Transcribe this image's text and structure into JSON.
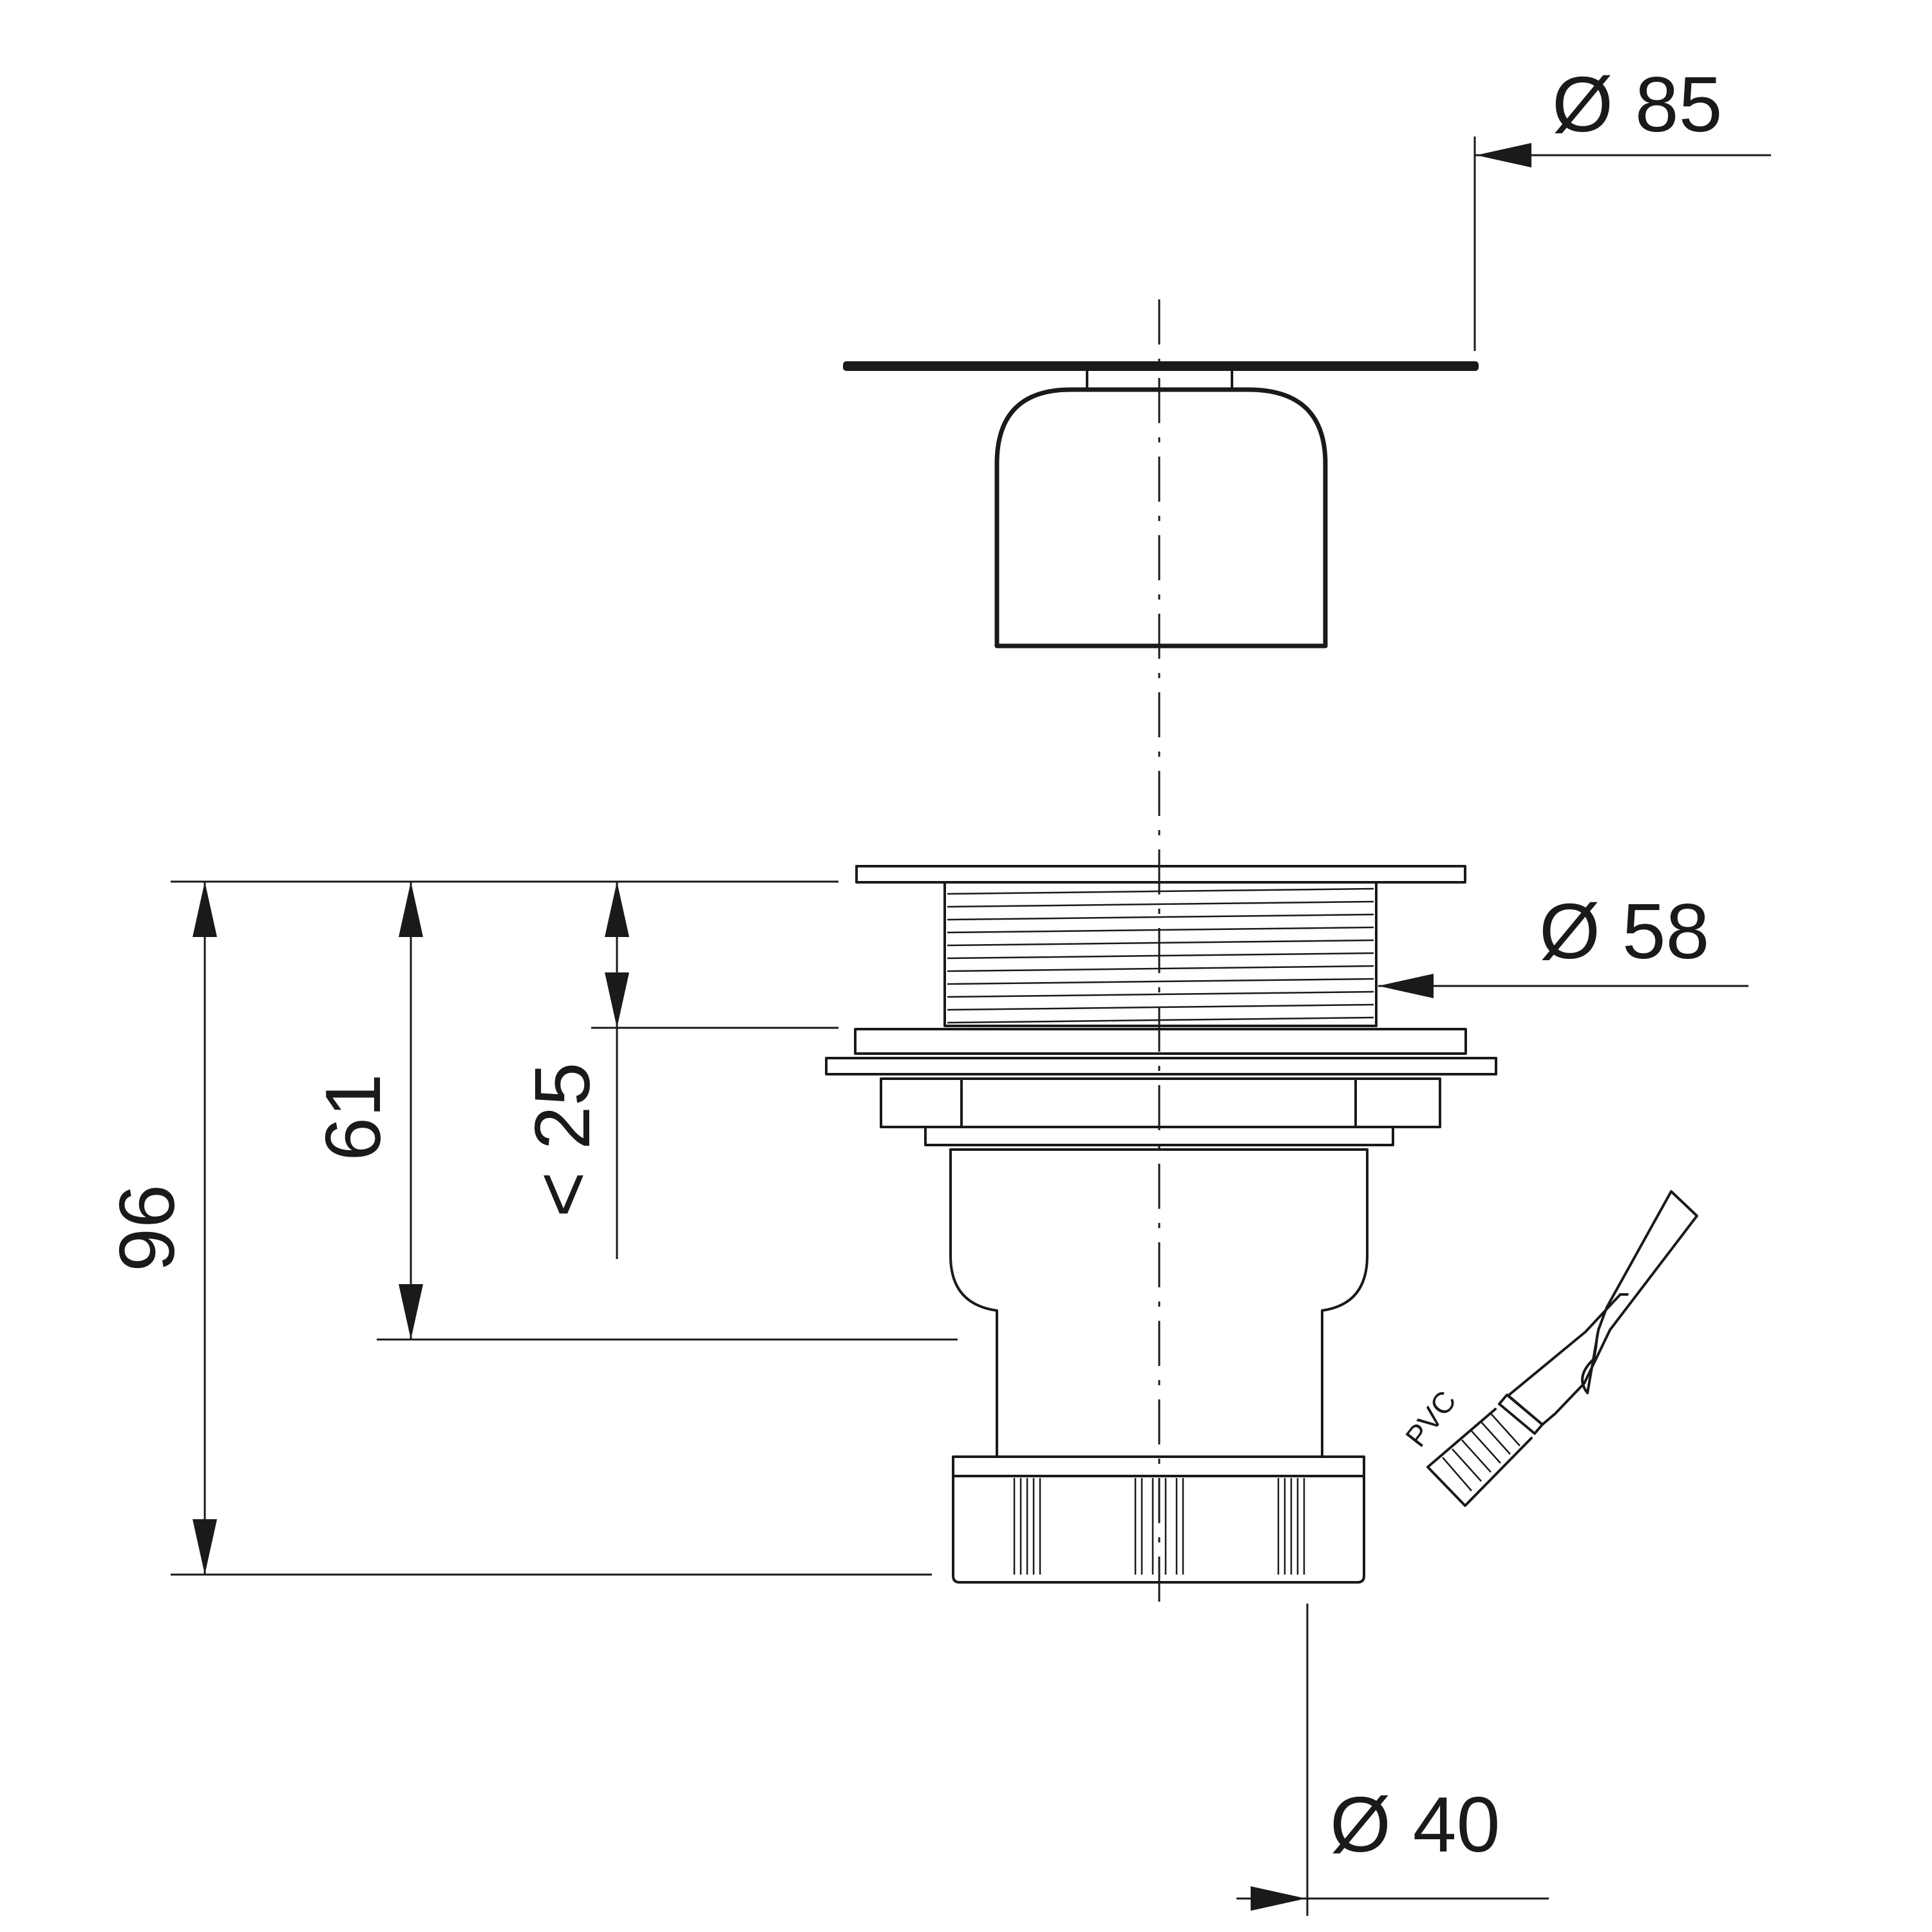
{
  "dimensions": {
    "diameter_top": "Ø 85",
    "diameter_thread": "Ø 58",
    "diameter_outlet": "Ø 40",
    "height_total": "96",
    "height_body": "61",
    "height_thread": "< 25"
  },
  "brush": {
    "label": "PVC"
  }
}
